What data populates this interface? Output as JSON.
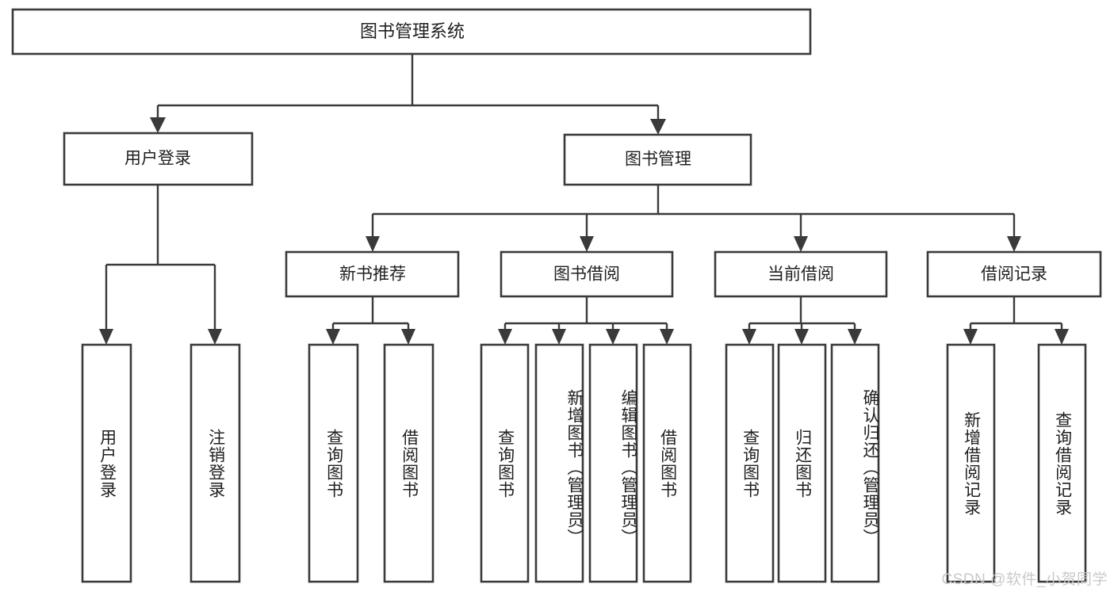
{
  "diagram": {
    "title_node": {
      "label": "图书管理系统"
    },
    "level1": [
      {
        "id": "user-login",
        "label": "用户登录"
      },
      {
        "id": "book-management",
        "label": "图书管理"
      }
    ],
    "level2": [
      {
        "id": "new-book-recommend",
        "label": "新书推荐"
      },
      {
        "id": "book-borrow",
        "label": "图书借阅"
      },
      {
        "id": "current-borrow",
        "label": "当前借阅"
      },
      {
        "id": "borrow-record",
        "label": "借阅记录"
      }
    ],
    "leaves": {
      "user_login": [
        {
          "id": "leaf-user-login",
          "label": "用户登录"
        },
        {
          "id": "leaf-logout-login",
          "label": "注销登录"
        }
      ],
      "new_book_recommend": [
        {
          "id": "leaf-query-book-1",
          "label": "查询图书"
        },
        {
          "id": "leaf-borrow-book-1",
          "label": "借阅图书"
        }
      ],
      "book_borrow": [
        {
          "id": "leaf-query-book-2",
          "label": "查询图书"
        },
        {
          "id": "leaf-add-book",
          "label": "新增图书（管理员）"
        },
        {
          "id": "leaf-edit-book",
          "label": "编辑图书（管理员）"
        },
        {
          "id": "leaf-borrow-book-2",
          "label": "借阅图书"
        }
      ],
      "current_borrow": [
        {
          "id": "leaf-query-book-3",
          "label": "查询图书"
        },
        {
          "id": "leaf-return-book",
          "label": "归还图书"
        },
        {
          "id": "leaf-confirm-return",
          "label": "确认归还（管理员）"
        }
      ],
      "borrow_record": [
        {
          "id": "leaf-add-record",
          "label": "新增借阅记录"
        },
        {
          "id": "leaf-query-record",
          "label": "查询借阅记录"
        }
      ]
    }
  },
  "watermark": {
    "text": "CSDN @软件_小贺同学"
  },
  "colors": {
    "stroke": "#3a3a3a",
    "box_fill": "#ffffff",
    "text": "#1f1f1f",
    "watermark": "#c9c9c9",
    "background": "#ffffff"
  }
}
